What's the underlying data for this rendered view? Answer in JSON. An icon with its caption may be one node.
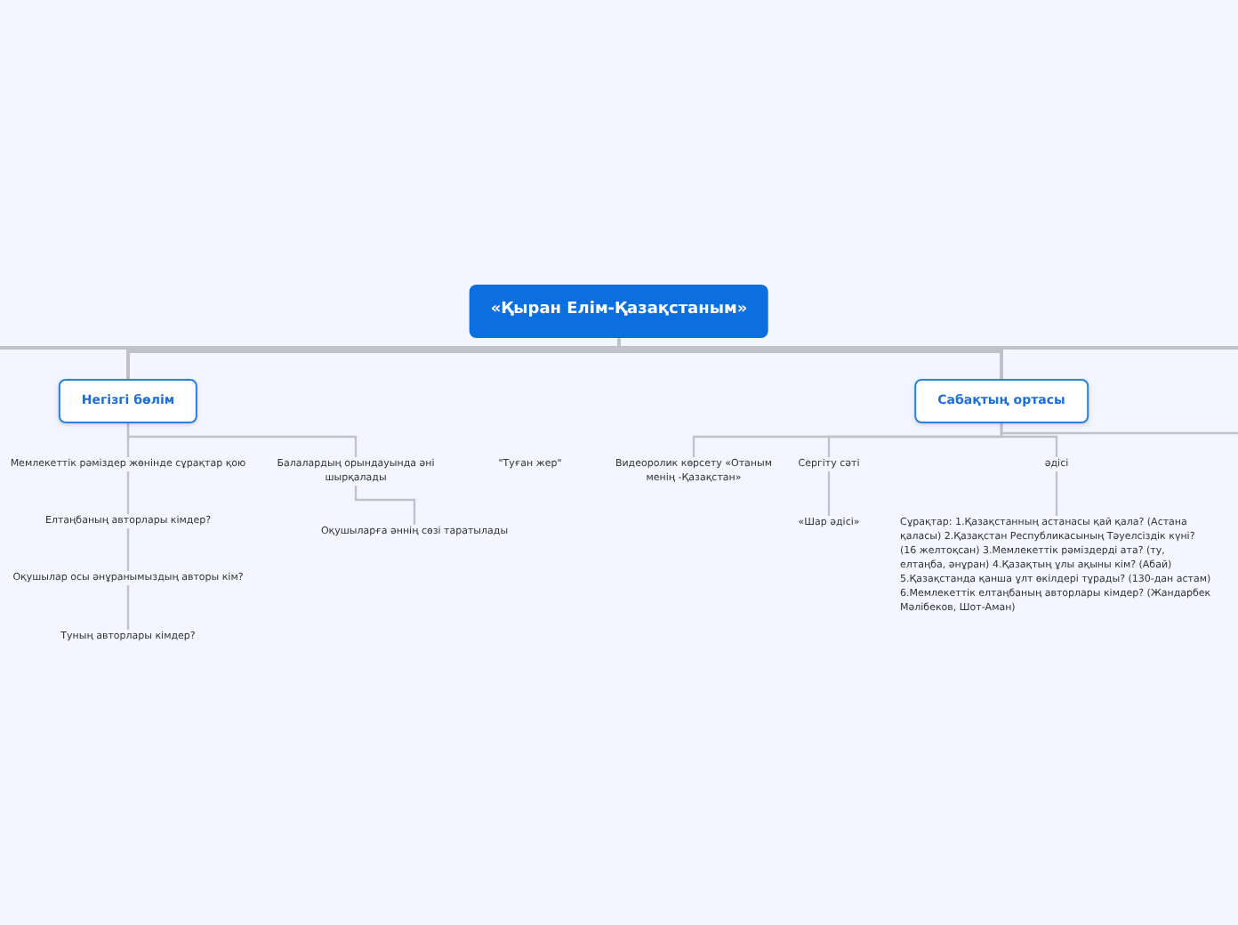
{
  "diagram": {
    "nodes": [
      {
        "text": [
          "«Қыран Елім-Қазақстаным»"
        ]
      },
      {
        "text": [
          "Негізгі бөлім"
        ]
      },
      {
        "text": [
          "Мемлекеттік рәміздер жөнінде сұрақтар қою"
        ]
      },
      {
        "text": [
          "Елтаңбаның авторлары кімдер?"
        ]
      },
      {
        "text": [
          "Оқушылар осы әнұранымыздың авторы кім?"
        ]
      },
      {
        "text": [
          "Туның авторлары кімдер?"
        ]
      },
      {
        "text": [
          "Балалардың орындауында әні шырқалады"
        ]
      },
      {
        "text": [
          "Оқушыларға әннің сөзі таратылады"
        ]
      },
      {
        "text": [
          "Сабақтың ортасы"
        ]
      },
      {
        "text": [
          "Видеоролик көрсету «Отаным менің -Қазақстан»"
        ]
      },
      {
        "text": [
          "Сергіту сәті"
        ]
      },
      {
        "text": [
          "әдісі"
        ]
      },
      {
        "text": [
          "«Шар әдісі»"
        ]
      },
      {
        "text": [
          "Сұрақтар: 1.Қазақстанның астанасы қай қала? (Астана қаласы) 2.Қазақстан Республикасының Тәуелсіздік күні? (16 желтоқсан) 3.Мемлекеттік рәміздерді ата? (ту, елтаңба, әнұран) 4.Қазақтың ұлы ақыны кім? (Абай) 5.Қазақстанда қанша ұлт өкілдері тұрады? (130-дан астам) 6.Мемлекеттік елтаңбаның авторлары кімдер? (Жандарбек Мәлібеков, Шот-Аман)"
        ]
      }
    ],
    "edges": [
      {
        "from": 0,
        "to": 1,
        "arrow": "none"
      },
      {
        "from": 0,
        "to": 8,
        "arrow": "none"
      },
      {
        "from": 0,
        "to": null,
        "arrow": "none"
      },
      {
        "from": 0,
        "to": null,
        "arrow": "none"
      },
      {
        "from": 1,
        "to": 2,
        "arrow": "none"
      },
      {
        "from": 1,
        "to": 6,
        "arrow": "none"
      },
      {
        "from": 2,
        "to": 3,
        "arrow": "none"
      },
      {
        "from": 3,
        "to": 4,
        "arrow": "none"
      },
      {
        "from": 4,
        "to": 5,
        "arrow": "none"
      },
      {
        "from": 6,
        "to": 7,
        "arrow": "none"
      },
      {
        "from": 8,
        "to": 9,
        "arrow": "none"
      },
      {
        "from": 8,
        "to": 10,
        "arrow": "none"
      },
      {
        "from": 8,
        "to": 11,
        "arrow": "none"
      },
      {
        "from": 8,
        "to": null,
        "arrow": "none"
      },
      {
        "from": 10,
        "to": 12,
        "arrow": "none"
      },
      {
        "from": 11,
        "to": 13,
        "arrow": "none"
      }
    ],
    "labels": [
      "\"Туған жер\""
    ]
  }
}
